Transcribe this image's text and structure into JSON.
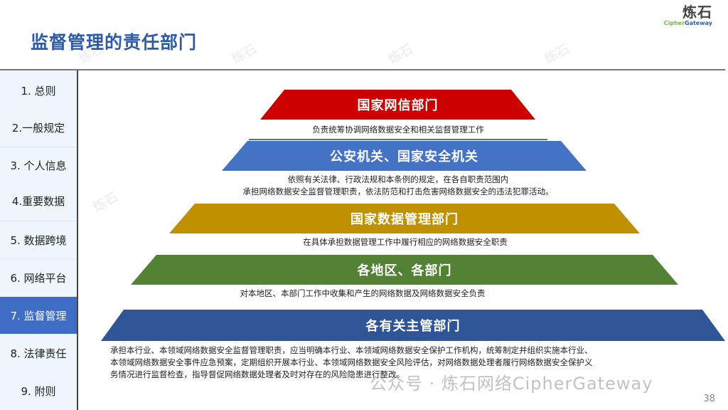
{
  "header": {
    "title": "监督管理的责任部门",
    "logo_cn": "炼石",
    "logo_en_part1": "Cipher",
    "logo_en_part2": "Gateway"
  },
  "sidebar": {
    "items": [
      {
        "label": "1. 总则",
        "active": false
      },
      {
        "label": "2.一般规定",
        "active": false
      },
      {
        "label": "3. 个人信息",
        "active": false
      },
      {
        "label": "4.重要数据",
        "active": false
      },
      {
        "label": "5. 数据跨境",
        "active": false
      },
      {
        "label": "6. 网络平台",
        "active": false
      },
      {
        "label": "7. 监督管理",
        "active": true
      },
      {
        "label": "8. 法律责任",
        "active": false
      },
      {
        "label": "9. 附则",
        "active": false
      }
    ]
  },
  "pyramid": {
    "tiers": [
      {
        "title": "国家网信部门",
        "color": "#cc0000",
        "desc": [
          "负责统筹协调网络数据安全和相关监督管理工作"
        ]
      },
      {
        "title": "公安机关、国家安全机关",
        "color": "#4472c4",
        "desc": [
          "依照有关法律、行政法规和本条例的规定，在各自职责范围内",
          "承担网络数据安全监督管理职责，依法防范和打击危害网络数据安全的违法犯罪活动。"
        ]
      },
      {
        "title": "国家数据管理部门",
        "color": "#bf9000",
        "desc": [
          "在具体承担数据管理工作中履行相应的网络数据安全职责"
        ]
      },
      {
        "title": "各地区、各部门",
        "color": "#548235",
        "desc": [
          "对本地区、本部门工作中收集和产生的网络数据及网络数据安全负责"
        ]
      },
      {
        "title": "各有关主管部门",
        "color": "#2f5597",
        "desc": [
          "承担本行业、本领域网络数据安全监督管理职责，应当明确本行业、本领域网络数据安全保护工作机构，统筹制定并组织实施本行业、",
          "本领域网络数据安全事件应急预案，定期组织开展本行业、本领域网络数据安全风险评估，对网络数据处理者履行网络数据安全保护义",
          "务情况进行监督检查，指导督促网络数据处理者及时对存在的风险隐患进行整改。"
        ]
      }
    ]
  },
  "watermark": {
    "text": "炼石",
    "footer": "公众号 · 炼石网络CipherGateway"
  },
  "page_number": "38"
}
